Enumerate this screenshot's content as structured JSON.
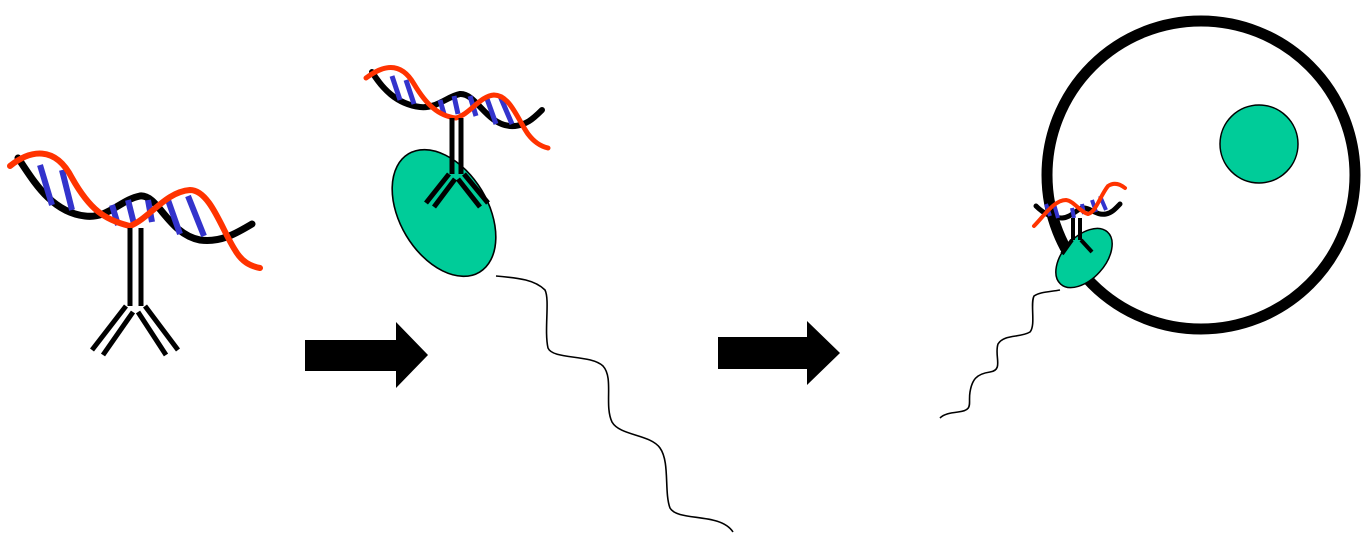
{
  "colors": {
    "background": "#ffffff",
    "dna_backbone": "#000000",
    "dna_strand": "#ff3300",
    "base_pairs": "#3333cc",
    "antibody": "#000000",
    "sperm_head": "#00cc99",
    "sperm_outline": "#000000",
    "arrow": "#000000",
    "egg_outline": "#000000",
    "egg_nucleus": "#00cc99"
  },
  "panels": [
    {
      "name": "dna-antibody-complex",
      "icons": [
        "dna-helix-icon",
        "antibody-icon"
      ]
    },
    {
      "name": "complex-bound-to-sperm",
      "icons": [
        "dna-helix-icon",
        "antibody-icon",
        "sperm-icon"
      ]
    },
    {
      "name": "sperm-entering-egg",
      "icons": [
        "dna-helix-icon",
        "antibody-icon",
        "sperm-icon",
        "egg-cell-icon"
      ]
    }
  ],
  "arrows": [
    "right-arrow-icon",
    "right-arrow-icon"
  ]
}
